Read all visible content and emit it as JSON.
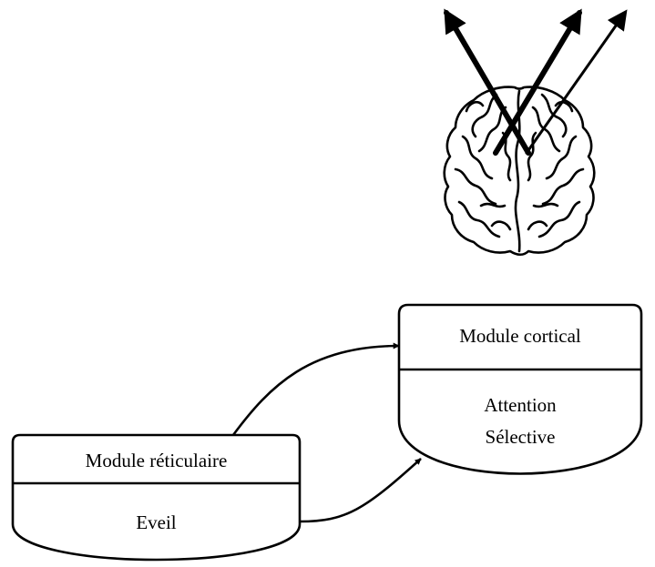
{
  "modules": {
    "reticular": {
      "title": "Module réticulaire",
      "body": "Eveil"
    },
    "cortical": {
      "title": "Module cortical",
      "body_line1": "Attention",
      "body_line2": "Sélective"
    }
  },
  "icons": {
    "brain": "brain-icon",
    "arrows": "crossing-arrows-icon"
  },
  "colors": {
    "stroke": "#000000",
    "background": "#ffffff"
  }
}
